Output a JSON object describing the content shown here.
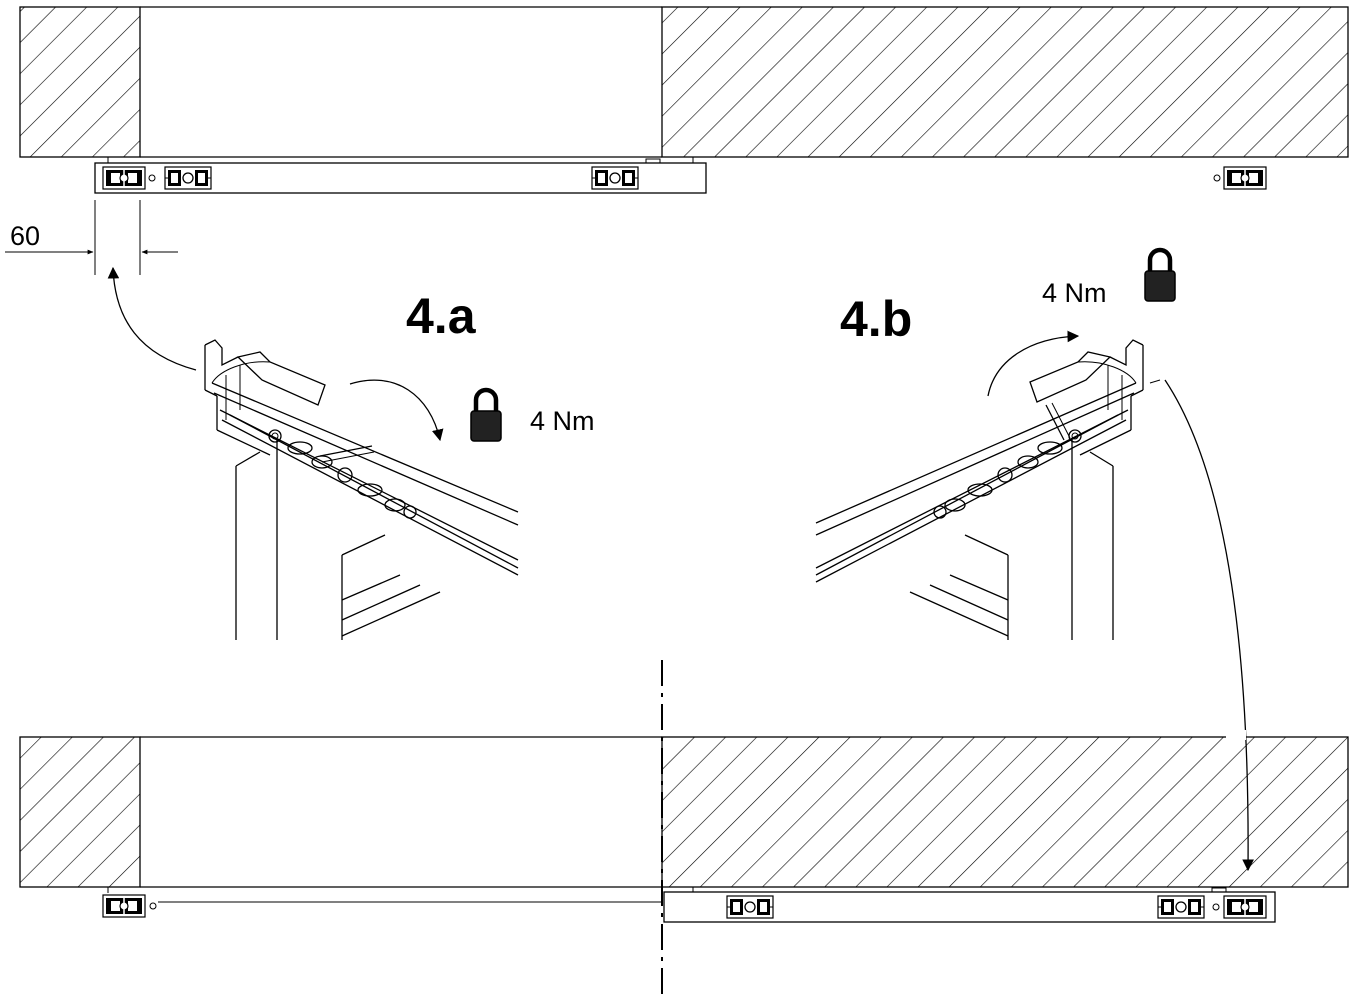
{
  "labels": {
    "dimension": "60",
    "step_a": "4.a",
    "step_b": "4.b",
    "torque_a": "4 Nm",
    "torque_b": "4 Nm"
  },
  "icons": {
    "lock_a": "lock-icon",
    "lock_b": "lock-icon",
    "arrows": [
      "curved-arrow-icon",
      "rotate-clockwise-arrow-icon",
      "rotate-arrow-icon",
      "long-curved-arrow-icon"
    ]
  },
  "colors": {
    "ink": "#000000",
    "lock_fill": "#222222",
    "background": "#ffffff"
  }
}
